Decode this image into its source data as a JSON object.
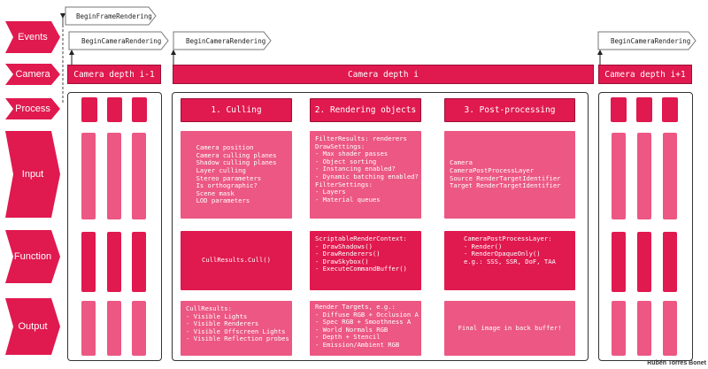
{
  "rows": {
    "events": "Events",
    "camera": "Camera",
    "process": "Process",
    "input": "Input",
    "function": "Function",
    "output": "Output"
  },
  "events": {
    "begin_frame": "BeginFrameRendering",
    "begin_camera_1": "BeginCameraRendering",
    "begin_camera_2": "BeginCameraRendering",
    "begin_camera_3": "BeginCameraRendering"
  },
  "camera": {
    "prev": "Camera depth i-1",
    "current": "Camera depth i",
    "next": "Camera depth i+1"
  },
  "process": {
    "culling": "1. Culling",
    "rendering": "2. Rendering objects",
    "post": "3. Post-processing"
  },
  "input": {
    "culling": [
      "Camera position",
      "Camera culling planes",
      "Shadow culling planes",
      "Layer culling",
      "Stereo parameters",
      "Is orthographic?",
      "Scene mask",
      "LOD parameters"
    ],
    "rendering": [
      "FilterResults: renderers",
      "DrawSettings:",
      "- Max shader passes",
      "- Object sorting",
      "- Instancing enabled?",
      "- Dynamic batching enabled?",
      "FilterSettings:",
      "- Layers",
      "- Material queues"
    ],
    "post": [
      "Camera",
      "CameraPostProcessLayer",
      "Source RenderTargetIdentifier",
      "Target RenderTargetIdentifier"
    ]
  },
  "function": {
    "culling": "CullResults.Cull()",
    "rendering": [
      "ScriptableRenderContext:",
      "- DrawShadows()",
      "- DrawRenderers()",
      "- DrawSkybox()",
      "- ExecuteCommandBuffer()"
    ],
    "post": [
      "CameraPostProcessLayer:",
      "- Render()",
      "- RenderOpaqueOnly()",
      "",
      "e.g.: SSS, SSR, DoF, TAA"
    ]
  },
  "output": {
    "culling": [
      "CullResults:",
      "- Visible Lights",
      "- Visible Renderers",
      "- Visible Offscreen Lights",
      "- Visible Reflection probes"
    ],
    "rendering": [
      "Render Targets, e.g.:",
      "- Diffuse RGB + Occlusion A",
      "- Spec RGB + Smoothness A",
      "- World Normals RGB",
      "- Depth + Stencil",
      "- Emission/Ambient RGB"
    ],
    "post": "Final image in back buffer!"
  },
  "credit": "Rubén Torres Bonet",
  "colors": {
    "accent": "#e0194f",
    "accent_light": "#ec5783",
    "accent_dark": "#9a0f36"
  }
}
